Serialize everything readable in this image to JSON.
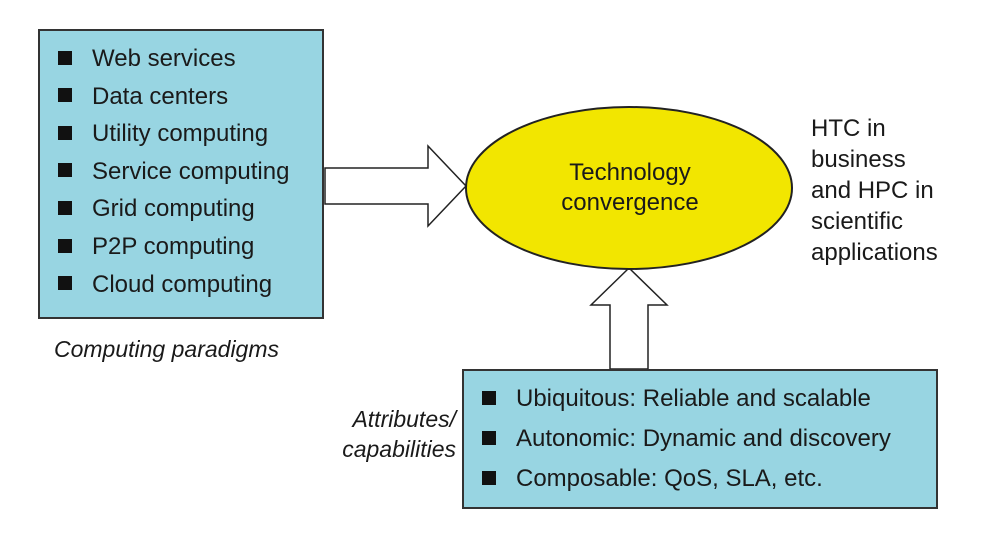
{
  "paradigms": {
    "items": [
      "Web services",
      "Data centers",
      "Utility computing",
      "Service computing",
      "Grid computing",
      "P2P computing",
      "Cloud computing"
    ],
    "caption": "Computing paradigms"
  },
  "convergence": {
    "line1": "Technology",
    "line2": "convergence",
    "fill_color": "#f2e600"
  },
  "output": {
    "lines": [
      "HTC in",
      "business",
      "and HPC in",
      "scientific",
      "applications"
    ]
  },
  "attributes": {
    "items": [
      "Ubiquitous: Reliable and scalable",
      "Autonomic: Dynamic and discovery",
      "Composable: QoS, SLA, etc."
    ],
    "caption_line1": "Attributes/",
    "caption_line2": "capabilities"
  },
  "colors": {
    "box_fill": "#98d5e2",
    "box_border": "#333333"
  }
}
